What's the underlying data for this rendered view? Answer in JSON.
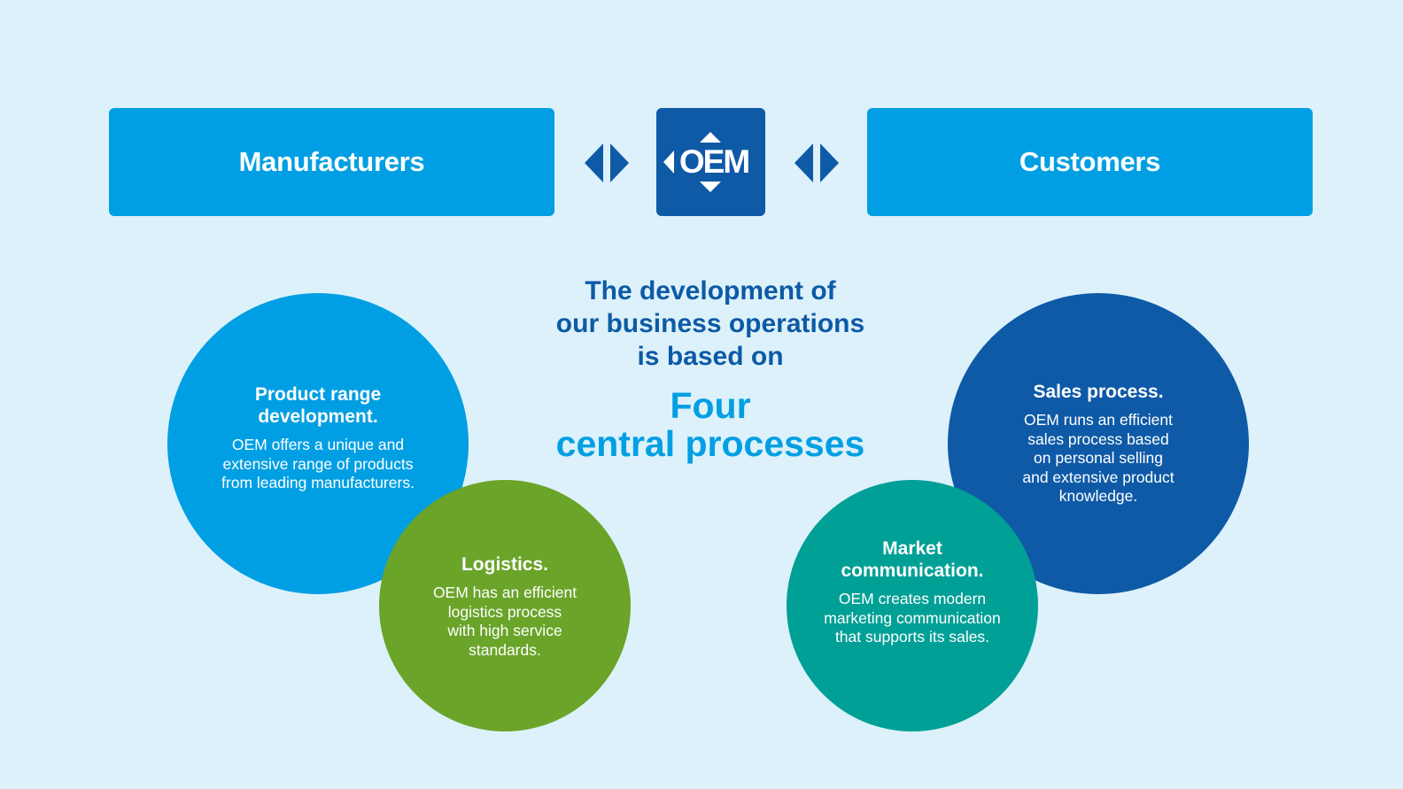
{
  "colors": {
    "background": "#ddf1fb",
    "light_blue": "#009fe3",
    "dark_blue": "#0f5aa7",
    "green": "#6aa429",
    "teal": "#00a096"
  },
  "top_row": {
    "left_box": "Manufacturers",
    "right_box": "Customers",
    "logo_text": "OEM",
    "arrow_icons": [
      "double-arrow-icon",
      "double-arrow-icon"
    ]
  },
  "headline": {
    "lines": [
      "The development of",
      "our business operations",
      "is based on"
    ],
    "emphasis_lines": [
      "Four",
      "central processes"
    ]
  },
  "processes": [
    {
      "title_lines": [
        "Product range",
        "development."
      ],
      "body_lines": [
        "OEM offers a unique and",
        "extensive range of products",
        "from leading manufacturers."
      ]
    },
    {
      "title_lines": [
        "Logistics."
      ],
      "body_lines": [
        "OEM has an efficient",
        "logistics process",
        "with high service",
        "standards."
      ]
    },
    {
      "title_lines": [
        "Sales process."
      ],
      "body_lines": [
        "OEM runs an efficient",
        "sales process based",
        "on personal selling",
        "and extensive product",
        "knowledge."
      ]
    },
    {
      "title_lines": [
        "Market",
        "communication."
      ],
      "body_lines": [
        "OEM creates modern",
        "marketing communication",
        "that supports its sales."
      ]
    }
  ]
}
